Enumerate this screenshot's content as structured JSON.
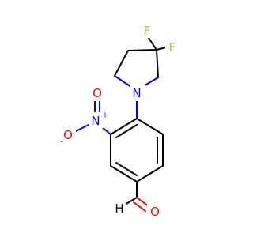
{
  "molecule": {
    "atoms": {
      "f1": "F",
      "f2": "F",
      "n_ring": "N",
      "n_nitro": "N",
      "n_nitro_charge": "+",
      "o_nitro_top": "O",
      "o_nitro_left": "O",
      "o_nitro_left_charge": "-",
      "o_aldehyde": "O",
      "h_aldehyde": "H"
    },
    "colors": {
      "bond": "#000000",
      "nitrogen": "#0000ff",
      "oxygen": "#ff0000",
      "fluorine": "#9acd32",
      "hydrogen": "#000000"
    }
  }
}
